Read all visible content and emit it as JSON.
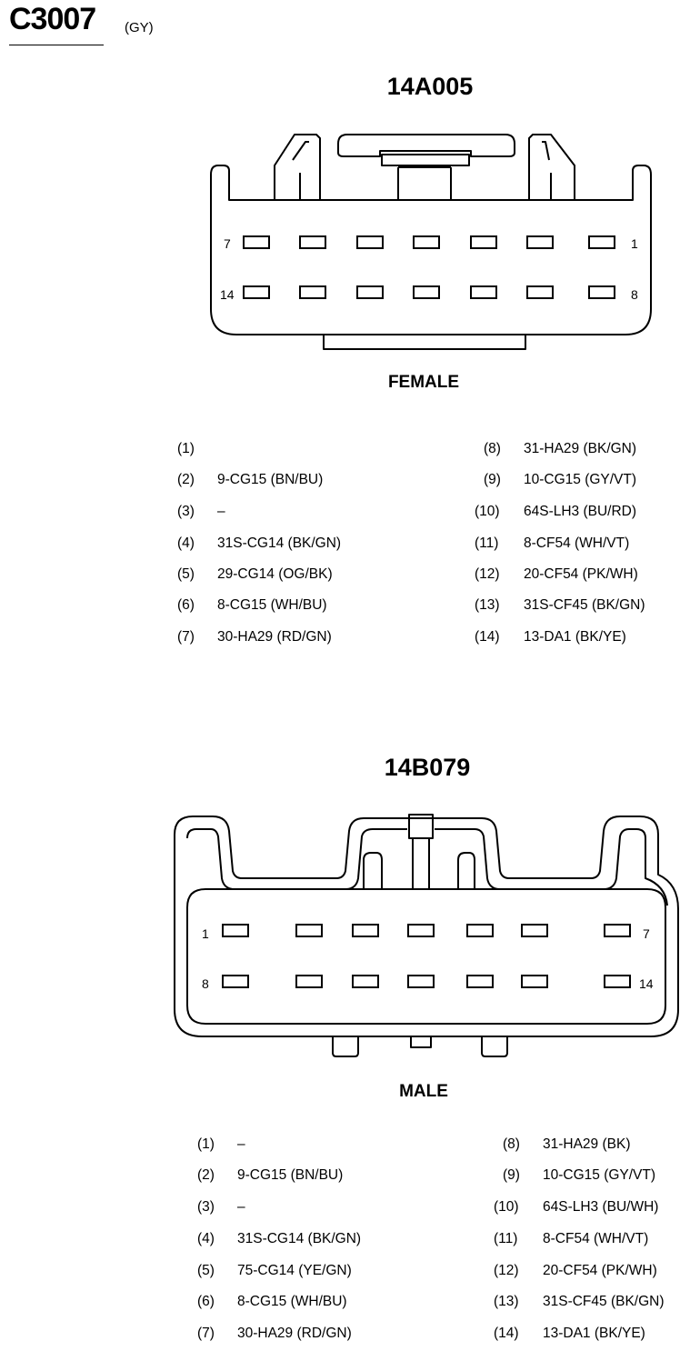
{
  "connector": {
    "id": "C3007",
    "color": "(GY)"
  },
  "female": {
    "part_number": "14A005",
    "gender_label": "FEMALE",
    "face_labels": {
      "top_left": "7",
      "top_right": "1",
      "bottom_left": "14",
      "bottom_right": "8"
    },
    "pins": [
      {
        "num": "(1)",
        "desc": ""
      },
      {
        "num": "(2)",
        "desc": "9-CG15 (BN/BU)"
      },
      {
        "num": "(3)",
        "desc": "–"
      },
      {
        "num": "(4)",
        "desc": "31S-CG14 (BK/GN)"
      },
      {
        "num": "(5)",
        "desc": "29-CG14 (OG/BK)"
      },
      {
        "num": "(6)",
        "desc": "8-CG15 (WH/BU)"
      },
      {
        "num": "(7)",
        "desc": "30-HA29 (RD/GN)"
      },
      {
        "num": "(8)",
        "desc": "31-HA29 (BK/GN)"
      },
      {
        "num": "(9)",
        "desc": "10-CG15 (GY/VT)"
      },
      {
        "num": "(10)",
        "desc": "64S-LH3 (BU/RD)"
      },
      {
        "num": "(11)",
        "desc": "8-CF54 (WH/VT)"
      },
      {
        "num": "(12)",
        "desc": "20-CF54 (PK/WH)"
      },
      {
        "num": "(13)",
        "desc": "31S-CF45 (BK/GN)"
      },
      {
        "num": "(14)",
        "desc": "13-DA1 (BK/YE)"
      }
    ]
  },
  "male": {
    "part_number": "14B079",
    "gender_label": "MALE",
    "face_labels": {
      "top_left": "1",
      "top_right": "7",
      "bottom_left": "8",
      "bottom_right": "14"
    },
    "pins": [
      {
        "num": "(1)",
        "desc": "–"
      },
      {
        "num": "(2)",
        "desc": "9-CG15 (BN/BU)"
      },
      {
        "num": "(3)",
        "desc": "–"
      },
      {
        "num": "(4)",
        "desc": "31S-CG14 (BK/GN)"
      },
      {
        "num": "(5)",
        "desc": "75-CG14 (YE/GN)"
      },
      {
        "num": "(6)",
        "desc": "8-CG15 (WH/BU)"
      },
      {
        "num": "(7)",
        "desc": "30-HA29 (RD/GN)"
      },
      {
        "num": "(8)",
        "desc": "31-HA29 (BK)"
      },
      {
        "num": "(9)",
        "desc": "10-CG15 (GY/VT)"
      },
      {
        "num": "(10)",
        "desc": "64S-LH3 (BU/WH)"
      },
      {
        "num": "(11)",
        "desc": "8-CF54 (WH/VT)"
      },
      {
        "num": "(12)",
        "desc": "20-CF54 (PK/WH)"
      },
      {
        "num": "(13)",
        "desc": "31S-CF45 (BK/GN)"
      },
      {
        "num": "(14)",
        "desc": "13-DA1 (BK/YE)"
      }
    ]
  }
}
